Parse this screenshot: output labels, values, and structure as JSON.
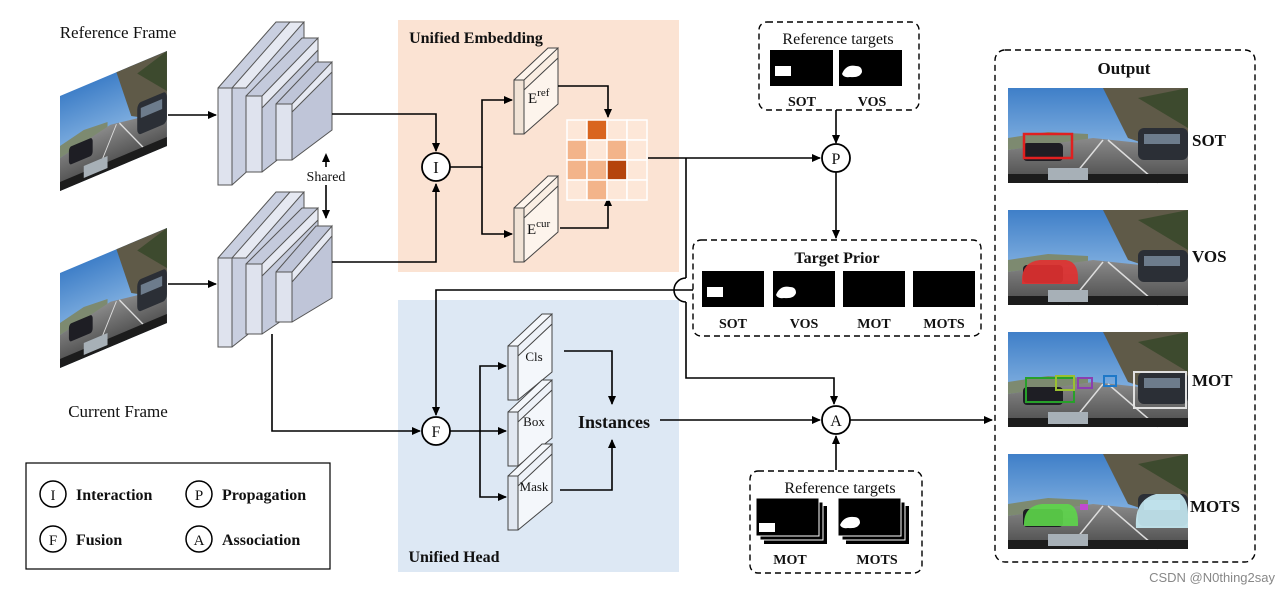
{
  "labels": {
    "reference_frame": "Reference Frame",
    "current_frame": "Current Frame",
    "shared": "Shared",
    "unified_embedding": "Unified Embedding",
    "e_ref_base": "E",
    "e_ref_sup": "ref",
    "e_cur_base": "E",
    "e_cur_sup": "cur",
    "unified_head": "Unified Head",
    "cls": "Cls",
    "box": "Box",
    "mask": "Mask",
    "instances": "Instances",
    "output": "Output",
    "target_prior": "Target Prior",
    "reference_targets_top": "Reference targets",
    "reference_targets_bottom": "Reference targets"
  },
  "nodes": {
    "interaction": "I",
    "fusion": "F",
    "propagation": "P",
    "association": "A"
  },
  "reference_targets_top": [
    "SOT",
    "VOS"
  ],
  "reference_targets_bottom": [
    "MOT",
    "MOTS"
  ],
  "target_prior": [
    "SOT",
    "VOS",
    "MOT",
    "MOTS"
  ],
  "outputs": [
    "SOT",
    "VOS",
    "MOT",
    "MOTS"
  ],
  "legend": [
    {
      "symbol": "I",
      "label": "Interaction"
    },
    {
      "symbol": "P",
      "label": "Propagation"
    },
    {
      "symbol": "F",
      "label": "Fusion"
    },
    {
      "symbol": "A",
      "label": "Association"
    }
  ],
  "watermark": "CSDN @N0thing2say",
  "colors": {
    "embedding_bg": "#fbe3d3",
    "head_bg": "#dde8f4",
    "backbone": "#c9cfe0",
    "matrix_dark": "#b5440c",
    "matrix_mid": "#d9651f",
    "matrix_light": "#f3b48a",
    "matrix_pale": "#fde7d8"
  }
}
